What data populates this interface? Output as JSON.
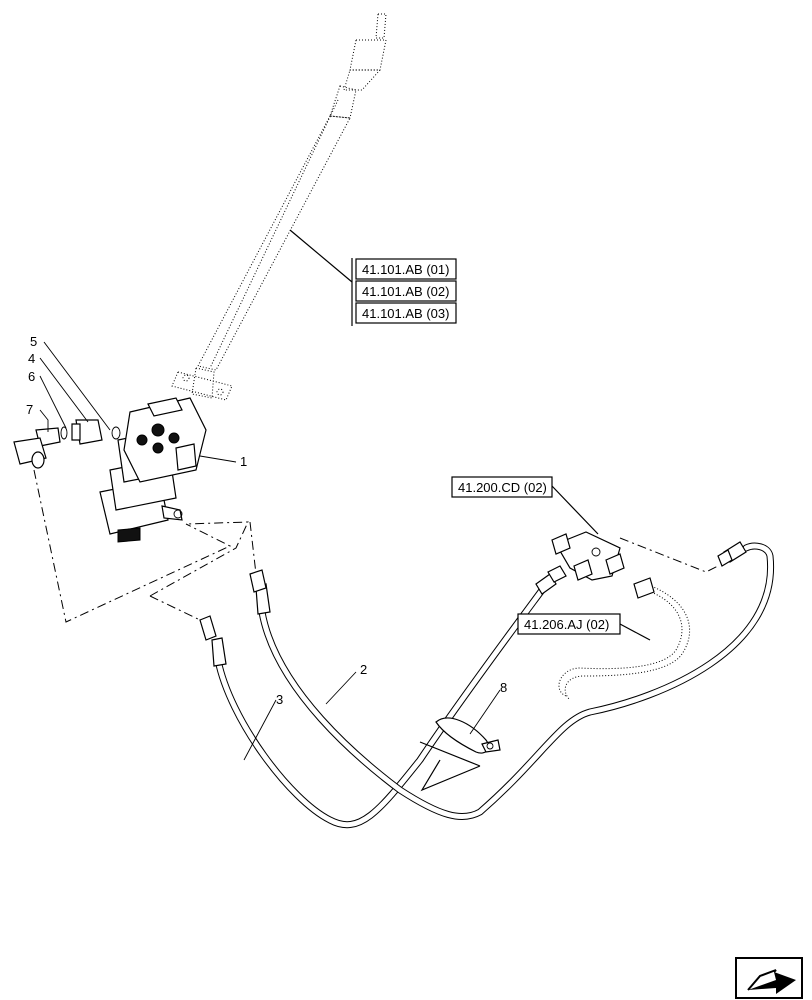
{
  "callouts": {
    "c1": "1",
    "c2": "2",
    "c3": "3",
    "c4": "4",
    "c5": "5",
    "c6": "6",
    "c7": "7",
    "c8": "8"
  },
  "references": {
    "steering_column": [
      "41.101.AB (01)",
      "41.101.AB (02)",
      "41.101.AB (03)"
    ],
    "valve_block": "41.200.CD (02)",
    "return_hose": "41.206.AJ (02)"
  },
  "icons": {
    "navigation": "next-page-arrow-icon"
  }
}
